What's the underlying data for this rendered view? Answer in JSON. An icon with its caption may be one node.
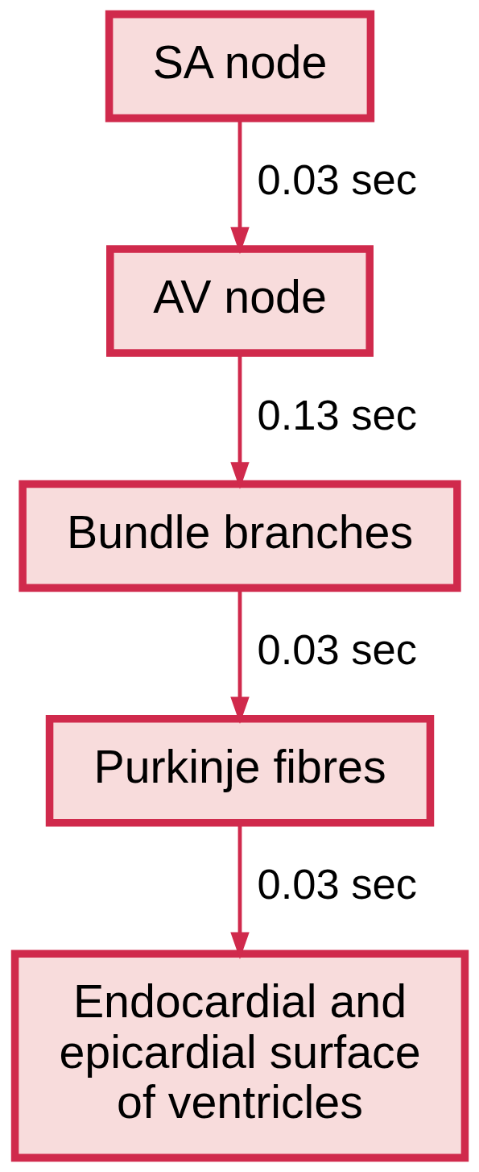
{
  "diagram": {
    "nodes": [
      {
        "text": [
          "SA node"
        ]
      },
      {
        "text": [
          "AV node"
        ]
      },
      {
        "text": [
          "Bundle branches"
        ]
      },
      {
        "text": [
          "Purkinje fibres"
        ]
      },
      {
        "text": [
          "Endocardial and epicardial surface of ventricles"
        ]
      }
    ],
    "edges": [
      {
        "from": 0,
        "to": 1,
        "arrow": "to",
        "label": "0.03 sec"
      },
      {
        "from": 1,
        "to": 2,
        "arrow": "to",
        "label": "0.13 sec"
      },
      {
        "from": 2,
        "to": 3,
        "arrow": "to",
        "label": "0.03 sec"
      },
      {
        "from": 3,
        "to": 4,
        "arrow": "to",
        "label": "0.03 sec"
      }
    ]
  }
}
